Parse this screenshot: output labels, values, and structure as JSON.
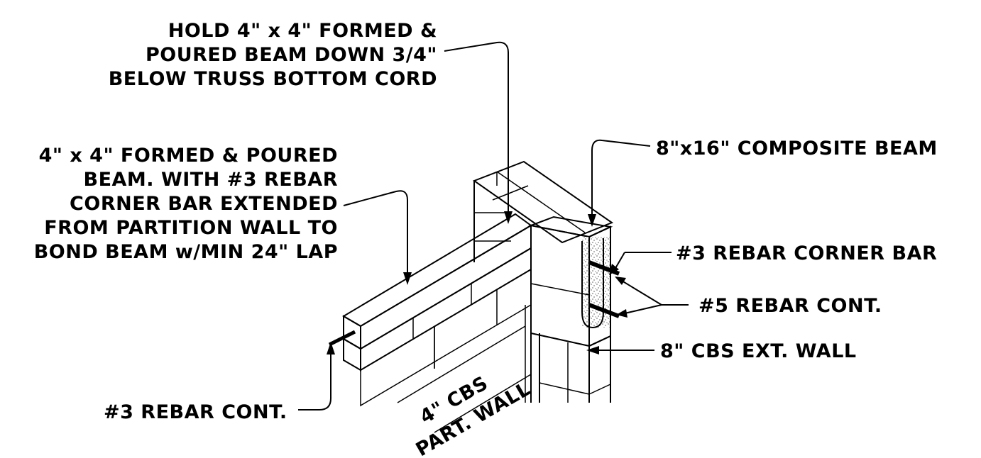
{
  "labels": {
    "hold_beam": [
      "HOLD 4\" x 4\" FORMED &",
      "POURED BEAM DOWN 3/4\"",
      "BELOW TRUSS BOTTOM CORD"
    ],
    "formed_beam": [
      "4\" x 4\" FORMED & POURED",
      "BEAM. WITH #3 REBAR",
      "CORNER BAR EXTENDED",
      "FROM PARTITION WALL TO",
      "BOND BEAM w/MIN 24\" LAP"
    ],
    "composite_beam": "8\"x16\" COMPOSITE BEAM",
    "corner_bar": "#3 REBAR CORNER BAR",
    "rebar_cont5": "#5 REBAR CONT.",
    "ext_wall": "8\" CBS EXT. WALL",
    "rebar_cont3": "#3 REBAR CONT.",
    "part_wall": [
      "4\" CBS",
      "PART. WALL"
    ]
  },
  "colors": {
    "ink": "#000000",
    "background": "#ffffff"
  }
}
